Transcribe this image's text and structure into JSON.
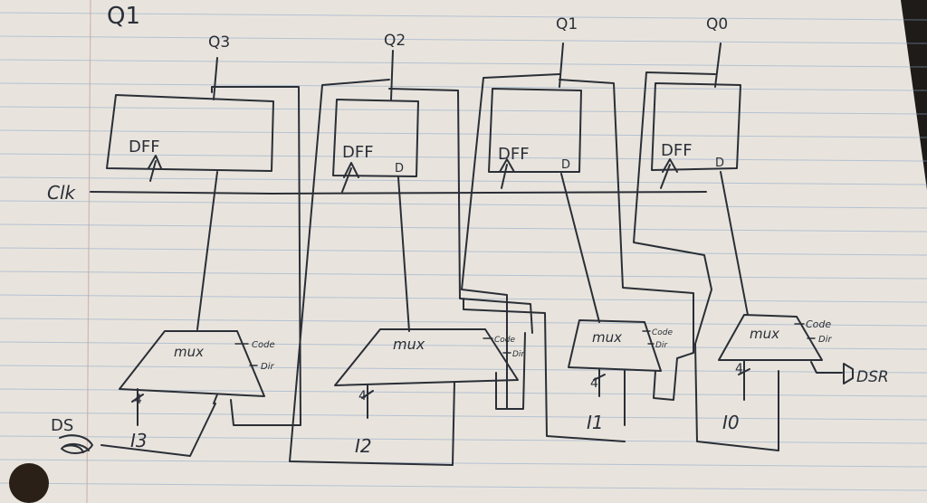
{
  "title": "Q1",
  "clock_label": "Clk",
  "serial_input_label": "DSR",
  "serial_left_label": "DS",
  "flipflops": [
    {
      "id": "ff3",
      "label": "DFF",
      "d_label": "",
      "output_label": "Q3"
    },
    {
      "id": "ff2",
      "label": "DFF",
      "d_label": "D",
      "output_label": "Q2"
    },
    {
      "id": "ff1",
      "label": "DFF",
      "d_label": "D",
      "output_label": "Q1"
    },
    {
      "id": "ff0",
      "label": "DFF",
      "d_label": "D",
      "output_label": "Q0"
    }
  ],
  "muxes": [
    {
      "id": "mux3",
      "label": "mux",
      "code_label": "Code",
      "dir_label": "Dir",
      "width_label": "4",
      "input_label": "I3"
    },
    {
      "id": "mux2",
      "label": "mux",
      "code_label": "Code",
      "dir_label": "Dir",
      "width_label": "4",
      "input_label": "I2"
    },
    {
      "id": "mux1",
      "label": "mux",
      "code_label": "Code",
      "dir_label": "Dir",
      "width_label": "4",
      "input_label": "I1"
    },
    {
      "id": "mux0",
      "label": "mux",
      "code_label": "Code",
      "dir_label": "Dir",
      "width_label": "4",
      "input_label": "I0"
    }
  ],
  "colors": {
    "paper": "#e9e5df",
    "ink": "#2a2e36",
    "rule": "#8aa6c8",
    "margin": "#c9a5a5",
    "background": "#1e1b18"
  }
}
